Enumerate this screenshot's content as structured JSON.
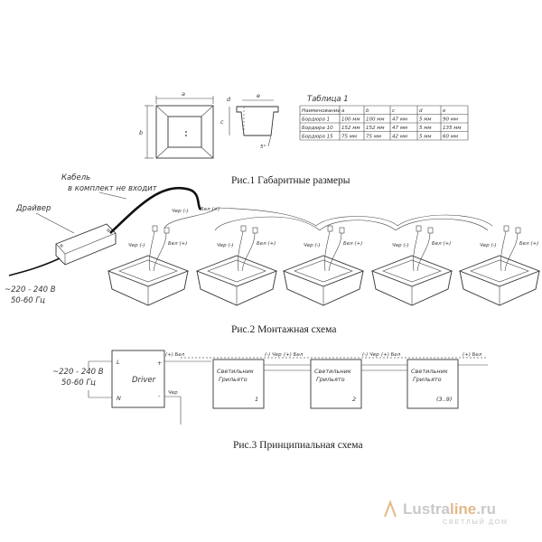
{
  "fig1": {
    "caption": "Рис.1 Габаритные размеры",
    "dim_labels": {
      "a": "a",
      "b": "b",
      "c": "c",
      "d": "d",
      "e": "e",
      "angle": "5°"
    },
    "table": {
      "title": "Таблица 1",
      "headers": [
        "Наименование",
        "a",
        "b",
        "c",
        "d",
        "e"
      ],
      "rows": [
        [
          "Бордюра 1",
          "100 мм",
          "100 мм",
          "47 мм",
          "5 мм",
          "90 мм"
        ],
        [
          "Бордюра 10",
          "152 мм",
          "152 мм",
          "47 мм",
          "5 мм",
          "135 мм"
        ],
        [
          "Бордюра 15",
          "75 мм",
          "75 мм",
          "42 мм",
          "5 мм",
          "60 мм"
        ]
      ]
    }
  },
  "fig2": {
    "caption": "Рис.2 Монтажная схема",
    "cable_note_1": "Кабель",
    "cable_note_2": "в комплект не входит",
    "driver_label": "Драйвер",
    "supply_1": "~220 - 240 В",
    "supply_2": "50-60 Гц",
    "top_neg": "Чер (-)",
    "top_pos": "Бел (+)",
    "lamp_neg": "Чер (-)",
    "lamp_pos": "Бел (+)",
    "lamp_count": 5
  },
  "fig3": {
    "caption": "Рис.3 Принципиальная схема",
    "supply_1": "~220 - 240 В",
    "supply_2": "50-60 Гц",
    "driver_name": "Driver",
    "pin_L": "L",
    "pin_N": "N",
    "pin_plus": "+",
    "pin_minus": "-",
    "out_pos": "(+) Бел",
    "out_neg": "Чер",
    "lamp_name_1": "Светильник",
    "lamp_name_2": "Грильято",
    "lamps": [
      "1",
      "2",
      "(3..9)"
    ],
    "link_in_neg": "(-) Чер",
    "link_in_pos": "(+) Бел",
    "link_out_neg": "(-) Чер",
    "link_out_pos": "(+) Бел"
  },
  "logo": {
    "name_main": "Lustra",
    "name_accent": "line",
    "name_tail": ".ru",
    "tagline": "СВЕТЛЫЙ ДОМ"
  }
}
